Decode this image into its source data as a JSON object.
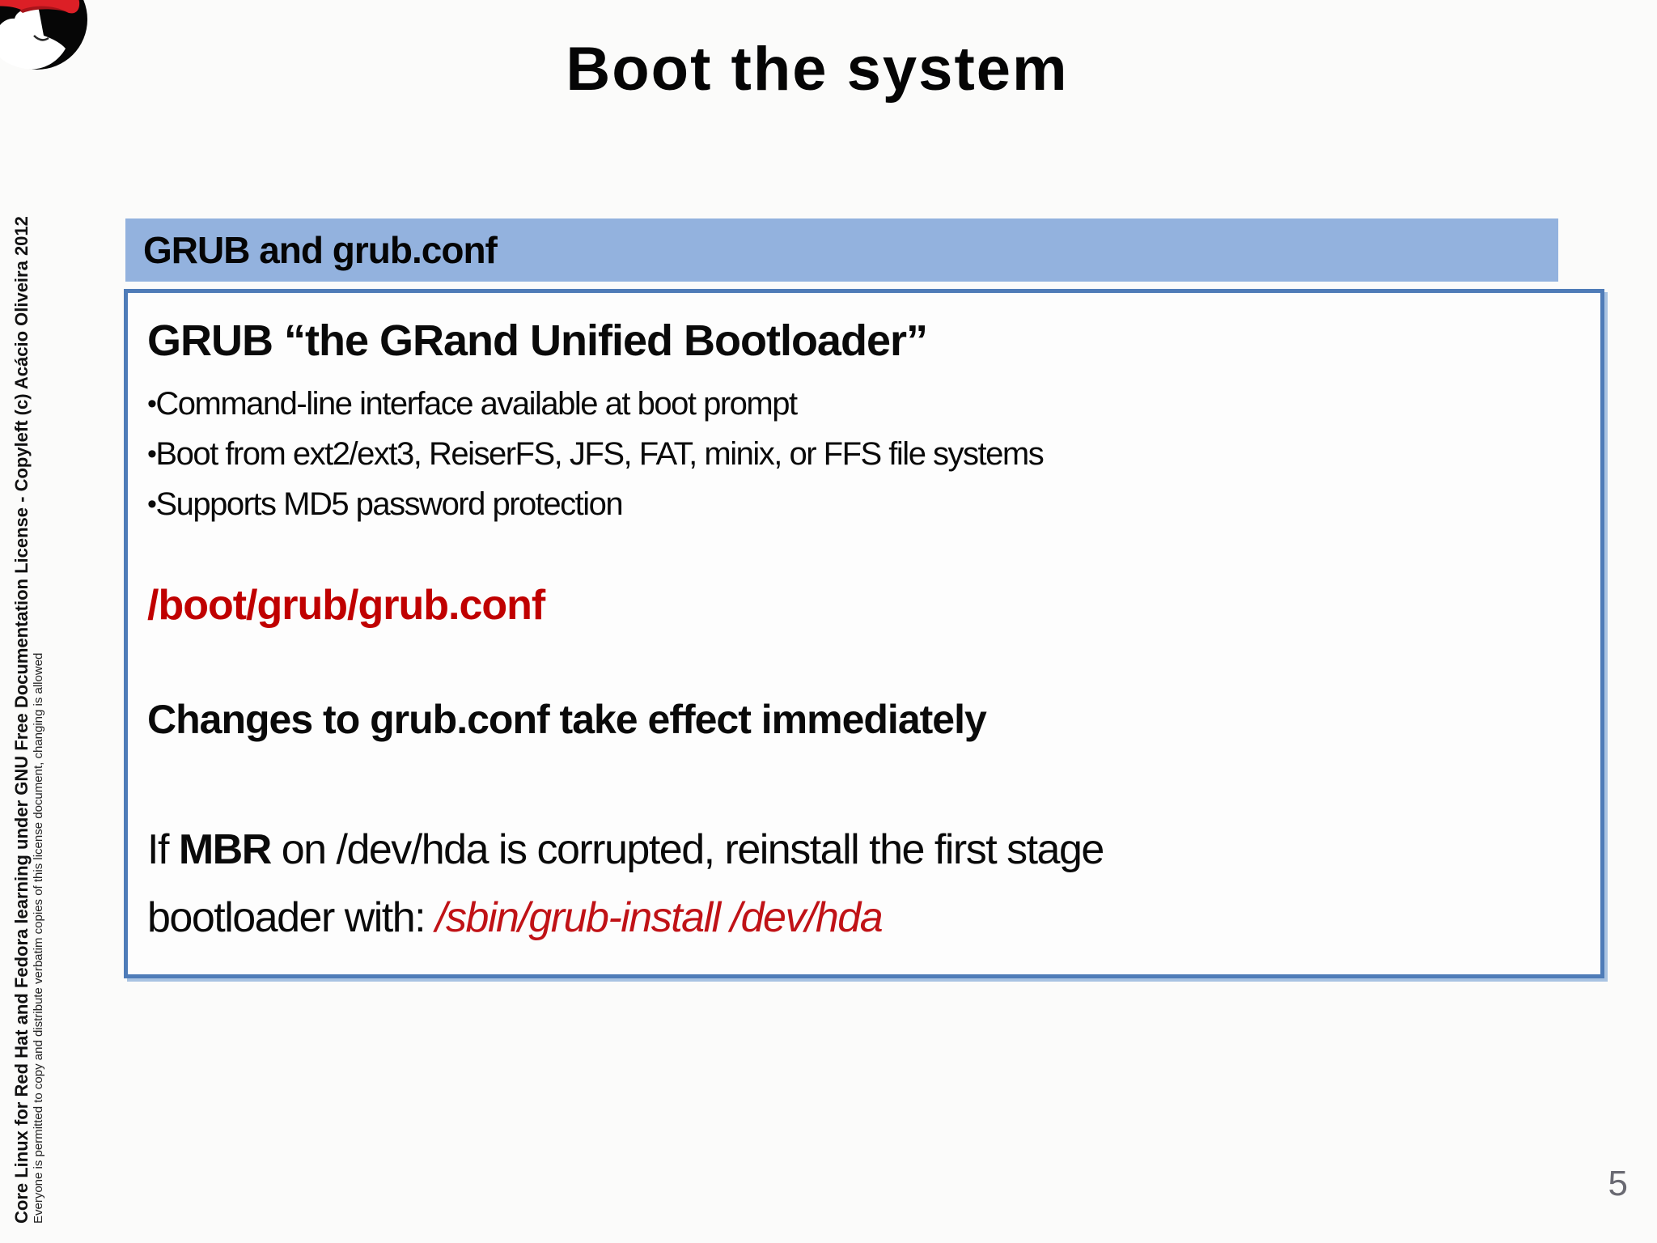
{
  "slide": {
    "title": "Boot the system",
    "page_number": "5",
    "logo_name": "Red Hat Shadowman logo",
    "sidebar": {
      "line1": "Core Linux for Red Hat and Fedora learning under GNU Free Documentation License - Copyleft (c) Acácio Oliveira 2012",
      "line2": "Everyone is permitted to copy and distribute verbatim copies of this license document, changing is allowed"
    },
    "panel": {
      "header": "GRUB and grub.conf",
      "heading": "GRUB “the GRand Unified Bootloader”",
      "bullet_char": "•",
      "bullets": [
        "Command-line interface available at boot prompt",
        "Boot from ext2/ext3, ReiserFS, JFS, FAT, minix, or FFS file systems",
        "Supports MD5 password protection"
      ],
      "path": "/boot/grub/grub.conf",
      "statement": "Changes to grub.conf take effect immediately",
      "mbr": {
        "line1_pre": "If ",
        "line1_bold": "MBR",
        "line1_rest": " on /dev/hda is corrupted, reinstall the first stage",
        "line2_pre": "bootloader with: ",
        "line2_cmd": "/sbin/grub-install /dev/hda"
      }
    },
    "colors": {
      "header_fill": "#93b2de",
      "box_border": "#4f7cb8",
      "red_text": "#c00000",
      "red_italic": "#c01216",
      "page_number_gray": "#6a6a72",
      "hat_red": "#dc1f26"
    }
  }
}
